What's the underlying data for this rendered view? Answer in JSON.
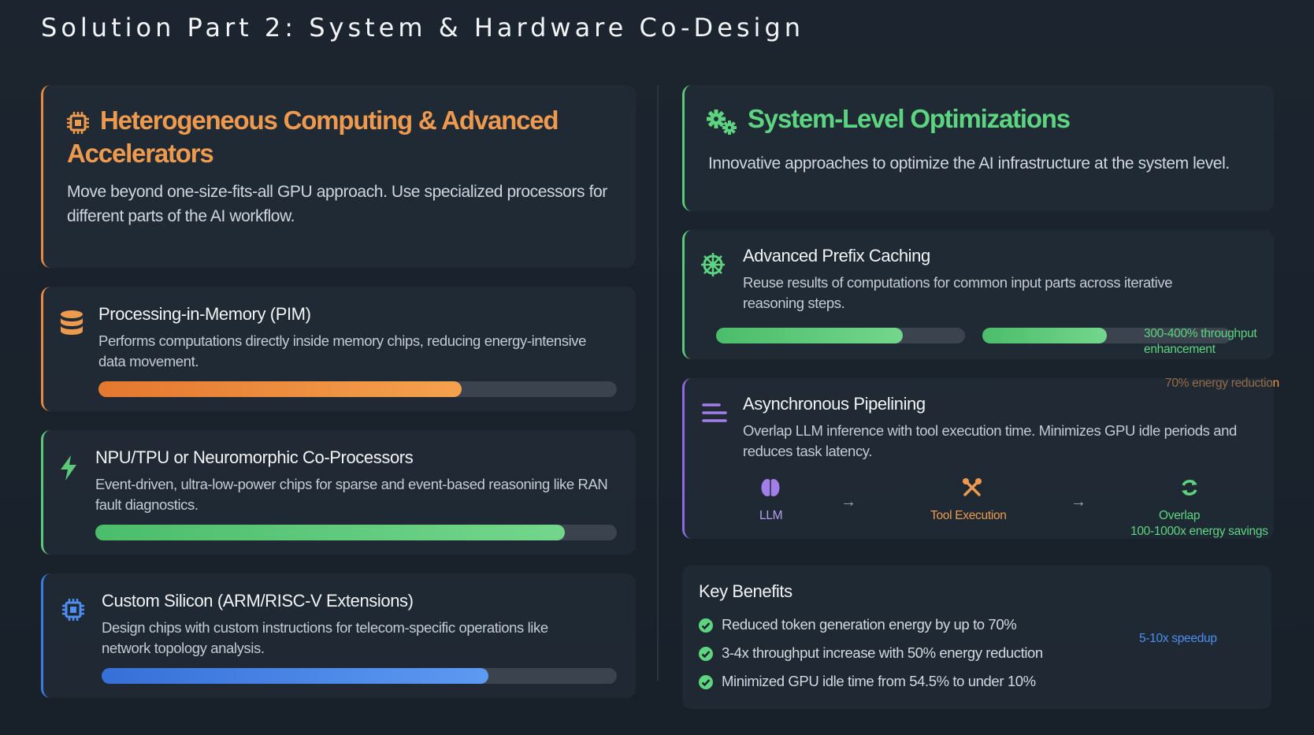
{
  "title": "Solution Part 2: System & Hardware Co-Design",
  "left": {
    "heading_line1": "Heterogeneous Computing & Advanced",
    "heading_line2": "Accelerators",
    "description_line1": "Move beyond one-size-fits-all GPU approach. Use specialized processors for",
    "description_line2": "different parts of the AI workflow.",
    "items": [
      {
        "icon": "database-icon",
        "title": "Processing-in-Memory (PIM)",
        "desc_line1": "Performs computations directly inside memory chips, reducing energy-intensive",
        "desc_line2": "data movement.",
        "progress": 0.7,
        "color": "#ee8a3c"
      },
      {
        "icon": "lightning-icon",
        "title": "NPU/TPU or Neuromorphic Co-Processors",
        "desc_line1": "Event-driven, ultra-low-power chips for sparse and event-based reasoning like RAN",
        "desc_line2": "fault diagnostics.",
        "progress": 0.9,
        "color": "#5cc97a"
      },
      {
        "icon": "chip-icon",
        "title": "Custom Silicon (ARM/RISC-V Extensions)",
        "desc_line1": "Design chips with custom instructions for telecom-specific operations like",
        "desc_line2": "network topology analysis.",
        "progress": 0.75,
        "color": "#3c7be0"
      }
    ]
  },
  "right": {
    "heading": "System-Level Optimizations",
    "description": "Innovative approaches to optimize the AI infrastructure at the system level.",
    "caching": {
      "title": "Advanced Prefix Caching",
      "desc_line1": "Reuse results of computations for common input parts across iterative",
      "desc_line2": "reasoning steps.",
      "bar1_progress": 0.75,
      "bar2_progress": 0.5,
      "throughput_line1": "300-400% throughput",
      "throughput_line2": "enhancement",
      "energy": "70% energy reduction"
    },
    "pipelining": {
      "title": "Asynchronous Pipelining",
      "desc_line1": "Overlap LLM inference with tool execution time. Minimizes GPU idle periods and",
      "desc_line2": "reduces task latency.",
      "step1": "LLM",
      "step2": "Tool Execution",
      "step3": "Overlap",
      "savings": "100-1000x energy savings"
    },
    "benefits": {
      "title": "Key Benefits",
      "items": [
        "Reduced token generation energy by up to 70%",
        "3-4x throughput increase with 50% energy reduction",
        "Minimized GPU idle time from 54.5% to under 10%"
      ],
      "speedup": "5-10x speedup"
    }
  }
}
